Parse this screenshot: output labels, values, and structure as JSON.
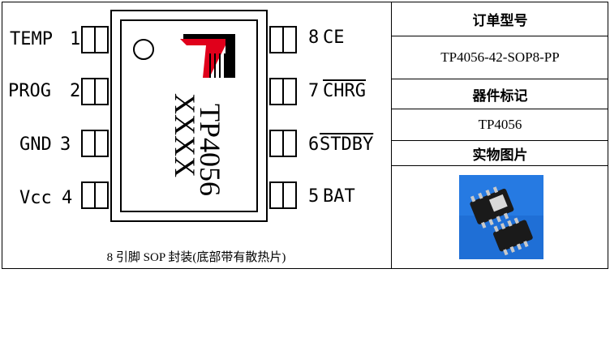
{
  "diagram": {
    "left_pins": [
      {
        "label": "TEMP",
        "number": "1"
      },
      {
        "label": "PROG",
        "number": "2"
      },
      {
        "label": "GND",
        "number": "3"
      },
      {
        "label": "Vcc",
        "number": "4"
      }
    ],
    "right_pins": [
      {
        "number": "8",
        "label": "CE",
        "overline": false
      },
      {
        "number": "7",
        "label": "CHRG",
        "overline": true
      },
      {
        "number": "6",
        "label": "STDBY",
        "overline": true
      },
      {
        "number": "5",
        "label": "BAT",
        "overline": false
      }
    ],
    "chip_marking_line1": "TP4056",
    "chip_marking_line2": "XXXX",
    "caption": "8 引脚 SOP 封装(底部带有散热片)",
    "logo_colors": {
      "red": "#e0001b",
      "black": "#000000"
    }
  },
  "info_table": {
    "order_header": "订单型号",
    "order_value": "TP4056-42-SOP8-PP",
    "marking_header": "器件标记",
    "marking_value": "TP4056",
    "photo_header": "实物图片",
    "photo_bg_color": "#1f6fd6"
  }
}
